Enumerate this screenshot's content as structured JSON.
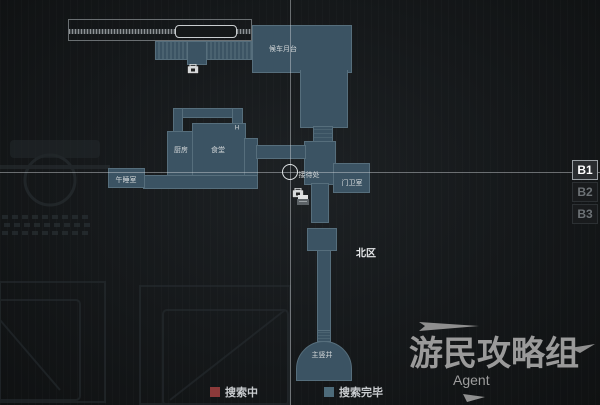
{
  "map": {
    "area_name": "北区",
    "rooms": [
      {
        "id": "platform",
        "label": "候车月台"
      },
      {
        "id": "kitchen",
        "label": "厨房"
      },
      {
        "id": "dining",
        "label": "食堂"
      },
      {
        "id": "nap_room",
        "label": "午睡室"
      },
      {
        "id": "reception",
        "label": "接待处"
      },
      {
        "id": "guard_room",
        "label": "门卫室"
      },
      {
        "id": "main_shaft",
        "label": "主竖井"
      }
    ],
    "door_marker": "H"
  },
  "floors": {
    "items": [
      {
        "label": "B1",
        "active": true
      },
      {
        "label": "B2",
        "active": false
      },
      {
        "label": "B3",
        "active": false
      }
    ]
  },
  "legend": {
    "items": [
      {
        "label": "搜索中",
        "color": "#8c3a3a"
      },
      {
        "label": "搜索完毕",
        "color": "#4d6b7a"
      }
    ]
  },
  "watermark": {
    "title": "游民攻略组",
    "subtitle": "Agent"
  },
  "colors": {
    "room_fill": "#3b5363",
    "room_border": "#566e7c",
    "background": "#121415"
  }
}
